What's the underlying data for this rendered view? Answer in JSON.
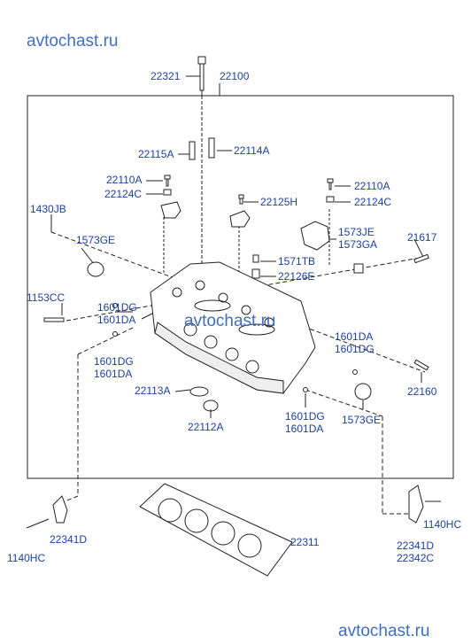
{
  "watermarks": {
    "top": "avtochast.ru",
    "middle": "avtochast.ru",
    "bottom": "avtochast.ru"
  },
  "labels": {
    "p22321": "22321",
    "p22100": "22100",
    "p22115A": "22115A",
    "p22114A": "22114A",
    "p22110A_l": "22110A",
    "p22124C_l": "22124C",
    "p22110A_r": "22110A",
    "p22124C_r": "22124C",
    "p22125H": "22125H",
    "p1430JB": "1430JB",
    "p1573GE_l": "1573GE",
    "p1573JE": "1573JE",
    "p1573GA": "1573GA",
    "p21617": "21617",
    "p1571TB": "1571TB",
    "p22126E": "22126E",
    "p1153CC": "1153CC",
    "p1601DG_a": "1601DG",
    "p1601DA_a": "1601DA",
    "p1601DA_b": "1601DA",
    "p1601DG_b": "1601DG",
    "p1601DG_c": "1601DG",
    "p1601DA_c": "1601DA",
    "p22113A": "22113A",
    "p22160": "22160",
    "p1573GE_r": "1573GE",
    "p22112A": "22112A",
    "p1601DG_d": "1601DG",
    "p1601DA_d": "1601DA",
    "p22341D_l": "22341D",
    "p1140HC_l": "1140HC",
    "p22311": "22311",
    "p1140HC_r": "1140HC",
    "p22341D_r": "22341D",
    "p22342C": "22342C"
  }
}
